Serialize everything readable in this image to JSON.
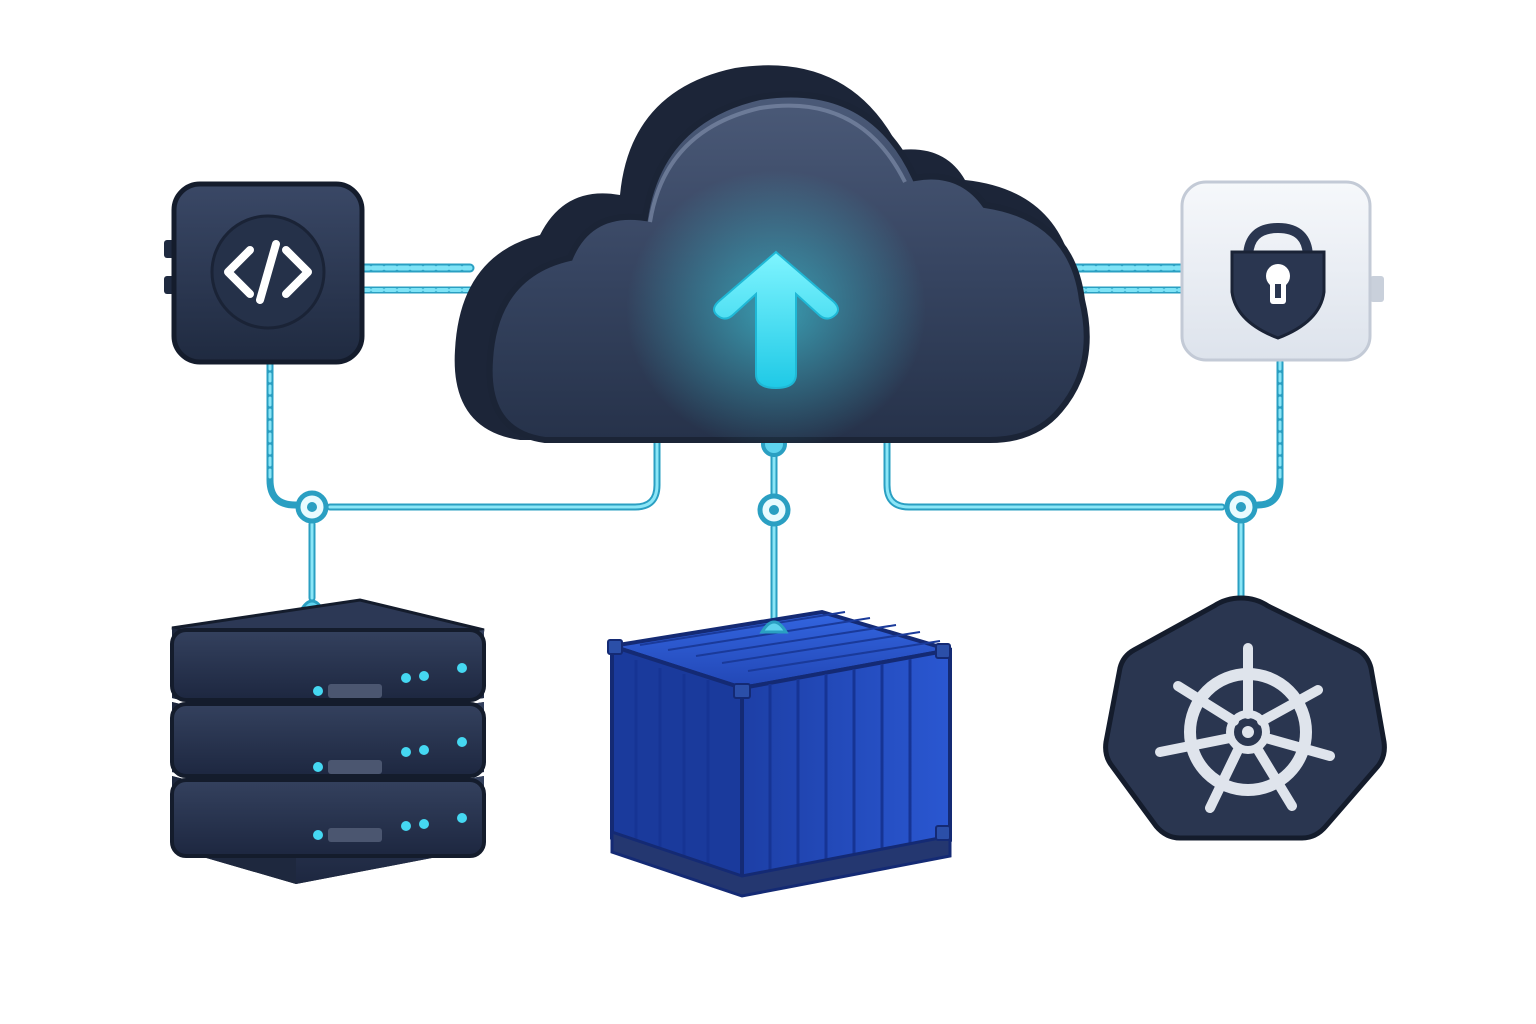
{
  "diagram": {
    "nodes": [
      {
        "id": "cloud",
        "icon": "cloud-upload-icon",
        "role": "central deployment cloud"
      },
      {
        "id": "code",
        "icon": "code-brackets-icon",
        "role": "source code"
      },
      {
        "id": "security",
        "icon": "shield-lock-icon",
        "role": "security"
      },
      {
        "id": "servers",
        "icon": "server-rack-icon",
        "role": "server stack"
      },
      {
        "id": "container",
        "icon": "shipping-container-icon",
        "role": "container"
      },
      {
        "id": "kubernetes",
        "icon": "helm-wheel-icon",
        "role": "orchestration"
      }
    ],
    "edges": [
      {
        "from": "code",
        "to": "cloud"
      },
      {
        "from": "cloud",
        "to": "security"
      },
      {
        "from": "code",
        "to": "servers"
      },
      {
        "from": "cloud",
        "to": "servers"
      },
      {
        "from": "cloud",
        "to": "container"
      },
      {
        "from": "cloud",
        "to": "kubernetes"
      },
      {
        "from": "security",
        "to": "kubernetes"
      }
    ]
  },
  "colors": {
    "connector": "#5fd3ee",
    "connector_dark": "#2a9fc2",
    "node_dark": "#2a3650",
    "node_light": "#e9edf3",
    "arrow_glow": "#3ee6f5",
    "container_blue": "#1f47b8",
    "indicator": "#45d8f2"
  }
}
